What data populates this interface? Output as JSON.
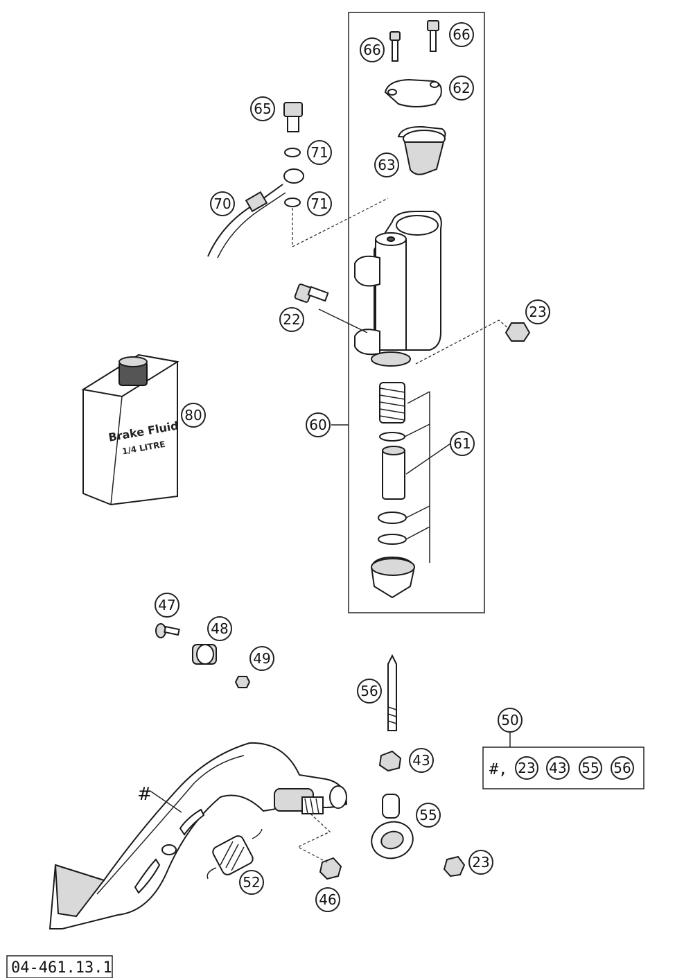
{
  "diagram": {
    "drawing_number": "04-461.13.1",
    "hash_symbol": "#",
    "fluid_bottle": {
      "line1": "Brake Fluid",
      "line2": "1/4 LITRE"
    },
    "kit": {
      "number": "50",
      "prefix": "#,",
      "contents": [
        "23",
        "43",
        "55",
        "56"
      ]
    },
    "callouts": [
      {
        "label": "66"
      },
      {
        "label": "66"
      },
      {
        "label": "62"
      },
      {
        "label": "65"
      },
      {
        "label": "71"
      },
      {
        "label": "63"
      },
      {
        "label": "70"
      },
      {
        "label": "71"
      },
      {
        "label": "22"
      },
      {
        "label": "23"
      },
      {
        "label": "80"
      },
      {
        "label": "60"
      },
      {
        "label": "61"
      },
      {
        "label": "47"
      },
      {
        "label": "48"
      },
      {
        "label": "49"
      },
      {
        "label": "56"
      },
      {
        "label": "43"
      },
      {
        "label": "55"
      },
      {
        "label": "23"
      },
      {
        "label": "52"
      },
      {
        "label": "46"
      }
    ]
  }
}
